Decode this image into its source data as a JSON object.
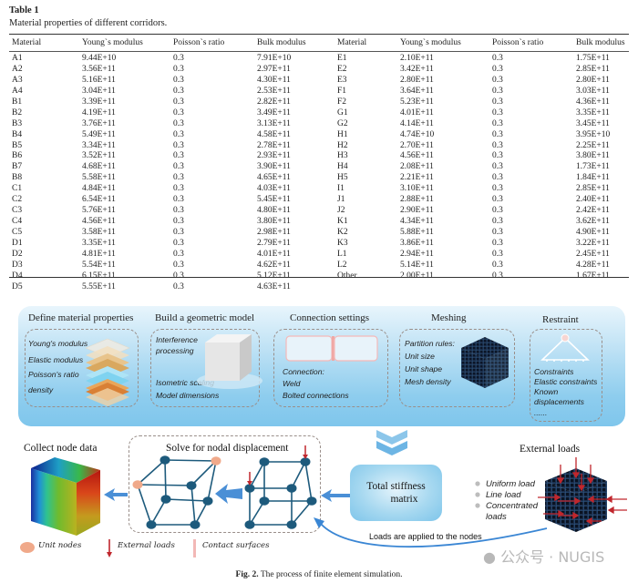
{
  "table": {
    "label": "Table 1",
    "caption": "Material properties of different corridors.",
    "columns": [
      "Material",
      "Young`s modulus",
      "Poisson`s ratio",
      "Bulk modulus"
    ],
    "left_rows": [
      [
        "A1",
        "9.44E+10",
        "0.3",
        "7.91E+10"
      ],
      [
        "A2",
        "3.56E+11",
        "0.3",
        "2.97E+11"
      ],
      [
        "A3",
        "5.16E+11",
        "0.3",
        "4.30E+11"
      ],
      [
        "A4",
        "3.04E+11",
        "0.3",
        "2.53E+11"
      ],
      [
        "B1",
        "3.39E+11",
        "0.3",
        "2.82E+11"
      ],
      [
        "B2",
        "4.19E+11",
        "0.3",
        "3.49E+11"
      ],
      [
        "B3",
        "3.76E+11",
        "0.3",
        "3.13E+11"
      ],
      [
        "B4",
        "5.49E+11",
        "0.3",
        "4.58E+11"
      ],
      [
        "B5",
        "3.34E+11",
        "0.3",
        "2.78E+11"
      ],
      [
        "B6",
        "3.52E+11",
        "0.3",
        "2.93E+11"
      ],
      [
        "B7",
        "4.68E+11",
        "0.3",
        "3.90E+11"
      ],
      [
        "B8",
        "5.58E+11",
        "0.3",
        "4.65E+11"
      ],
      [
        "C1",
        "4.84E+11",
        "0.3",
        "4.03E+11"
      ],
      [
        "C2",
        "6.54E+11",
        "0.3",
        "5.45E+11"
      ],
      [
        "C3",
        "5.76E+11",
        "0.3",
        "4.80E+11"
      ],
      [
        "C4",
        "4.56E+11",
        "0.3",
        "3.80E+11"
      ],
      [
        "C5",
        "3.58E+11",
        "0.3",
        "2.98E+11"
      ],
      [
        "D1",
        "3.35E+11",
        "0.3",
        "2.79E+11"
      ],
      [
        "D2",
        "4.81E+11",
        "0.3",
        "4.01E+11"
      ],
      [
        "D3",
        "5.54E+11",
        "0.3",
        "4.62E+11"
      ],
      [
        "D4",
        "6.15E+11",
        "0.3",
        "5.12E+11"
      ],
      [
        "D5",
        "5.55E+11",
        "0.3",
        "4.63E+11"
      ]
    ],
    "right_rows": [
      [
        "E1",
        "2.10E+11",
        "0.3",
        "1.75E+11"
      ],
      [
        "E2",
        "3.42E+11",
        "0.3",
        "2.85E+11"
      ],
      [
        "E3",
        "2.80E+11",
        "0.3",
        "2.80E+11"
      ],
      [
        "F1",
        "3.64E+11",
        "0.3",
        "3.03E+11"
      ],
      [
        "F2",
        "5.23E+11",
        "0.3",
        "4.36E+11"
      ],
      [
        "G1",
        "4.01E+11",
        "0.3",
        "3.35E+11"
      ],
      [
        "G2",
        "4.14E+11",
        "0.3",
        "3.45E+11"
      ],
      [
        "H1",
        "4.74E+10",
        "0.3",
        "3.95E+10"
      ],
      [
        "H2",
        "2.70E+11",
        "0.3",
        "2.25E+11"
      ],
      [
        "H3",
        "4.56E+11",
        "0.3",
        "3.80E+11"
      ],
      [
        "H4",
        "2.08E+11",
        "0.3",
        "1.73E+11"
      ],
      [
        "H5",
        "2.21E+11",
        "0.3",
        "1.84E+11"
      ],
      [
        "I1",
        "3.10E+11",
        "0.3",
        "2.85E+11"
      ],
      [
        "J1",
        "2.88E+11",
        "0.3",
        "2.40E+11"
      ],
      [
        "J2",
        "2.90E+11",
        "0.3",
        "2.42E+11"
      ],
      [
        "K1",
        "4.34E+11",
        "0.3",
        "3.62E+11"
      ],
      [
        "K2",
        "5.88E+11",
        "0.3",
        "4.90E+11"
      ],
      [
        "K3",
        "3.86E+11",
        "0.3",
        "3.22E+11"
      ],
      [
        "L1",
        "2.94E+11",
        "0.3",
        "2.45E+11"
      ],
      [
        "L2",
        "5.14E+11",
        "0.3",
        "4.28E+11"
      ],
      [
        "Other",
        "2.00E+11",
        "0.3",
        "1.67E+11"
      ]
    ]
  },
  "figure": {
    "stages": {
      "material": {
        "title": "Define material properties",
        "items": [
          "Young's modulus",
          "Elastic modulus",
          "Poisson's ratio",
          "density"
        ]
      },
      "geometry": {
        "title": "Build a geometric model",
        "items_top": [
          "Interference",
          "processing"
        ],
        "items_bottom": [
          "Isometric scaling",
          "Model dimensions"
        ]
      },
      "connection": {
        "title": "Connection settings",
        "items": [
          "Connection:",
          "Weld",
          "Bolted connections"
        ]
      },
      "meshing": {
        "title": "Meshing",
        "items": [
          "Partition rules:",
          "Unit size",
          "Unit shape",
          "Mesh density"
        ]
      },
      "restraint": {
        "title": "Restraint",
        "items": [
          "Constraints",
          "Elastic constraints",
          "Known",
          "displacements",
          "......"
        ]
      }
    },
    "collect_title": "Collect node data",
    "solve_title": "Solve for nodal displacement",
    "stiffness_line1": "Total stiffness",
    "stiffness_line2": "matrix",
    "external_title": "External loads",
    "load_types": [
      "Uniform load",
      "Line load",
      "Concentrated",
      "loads"
    ],
    "loads_applied": "Loads are applied to the nodes",
    "legend": [
      "Unit nodes",
      "External loads",
      "Contact surfaces"
    ],
    "caption_label": "Fig. 2.",
    "caption_text": "The process of finite element simulation.",
    "watermark": "公众号 · NUGIS",
    "colors": {
      "node": "#1d5a7c",
      "unit_node": "#f0a98a",
      "load_arrow": "#c0272d",
      "flow_arrow": "#4a8fd6",
      "panel": "#8ecdee"
    }
  }
}
